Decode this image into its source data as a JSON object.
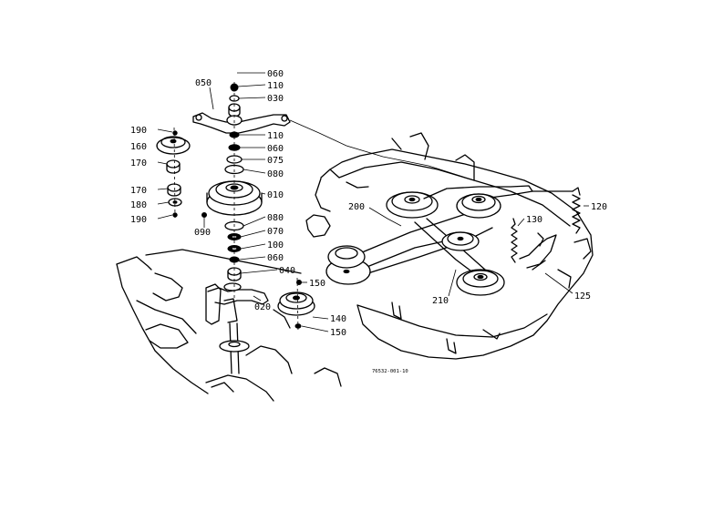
{
  "labels": {
    "p010": "010",
    "p020": "020",
    "p030": "030",
    "p040": "040",
    "p050": "050",
    "p060a": "060",
    "p060b": "060",
    "p060c": "060",
    "p070": "070",
    "p075": "075",
    "p080a": "080",
    "p080b": "080",
    "p090": "090",
    "p100": "100",
    "p110a": "110",
    "p110b": "110",
    "p120": "120",
    "p125": "125",
    "p130": "130",
    "p140": "140",
    "p150a": "150",
    "p150b": "150",
    "p160": "160",
    "p170a": "170",
    "p170b": "170",
    "p180": "180",
    "p190a": "190",
    "p190b": "190",
    "p200": "200",
    "p210": "210"
  },
  "drawing_code": "76532-001-10"
}
